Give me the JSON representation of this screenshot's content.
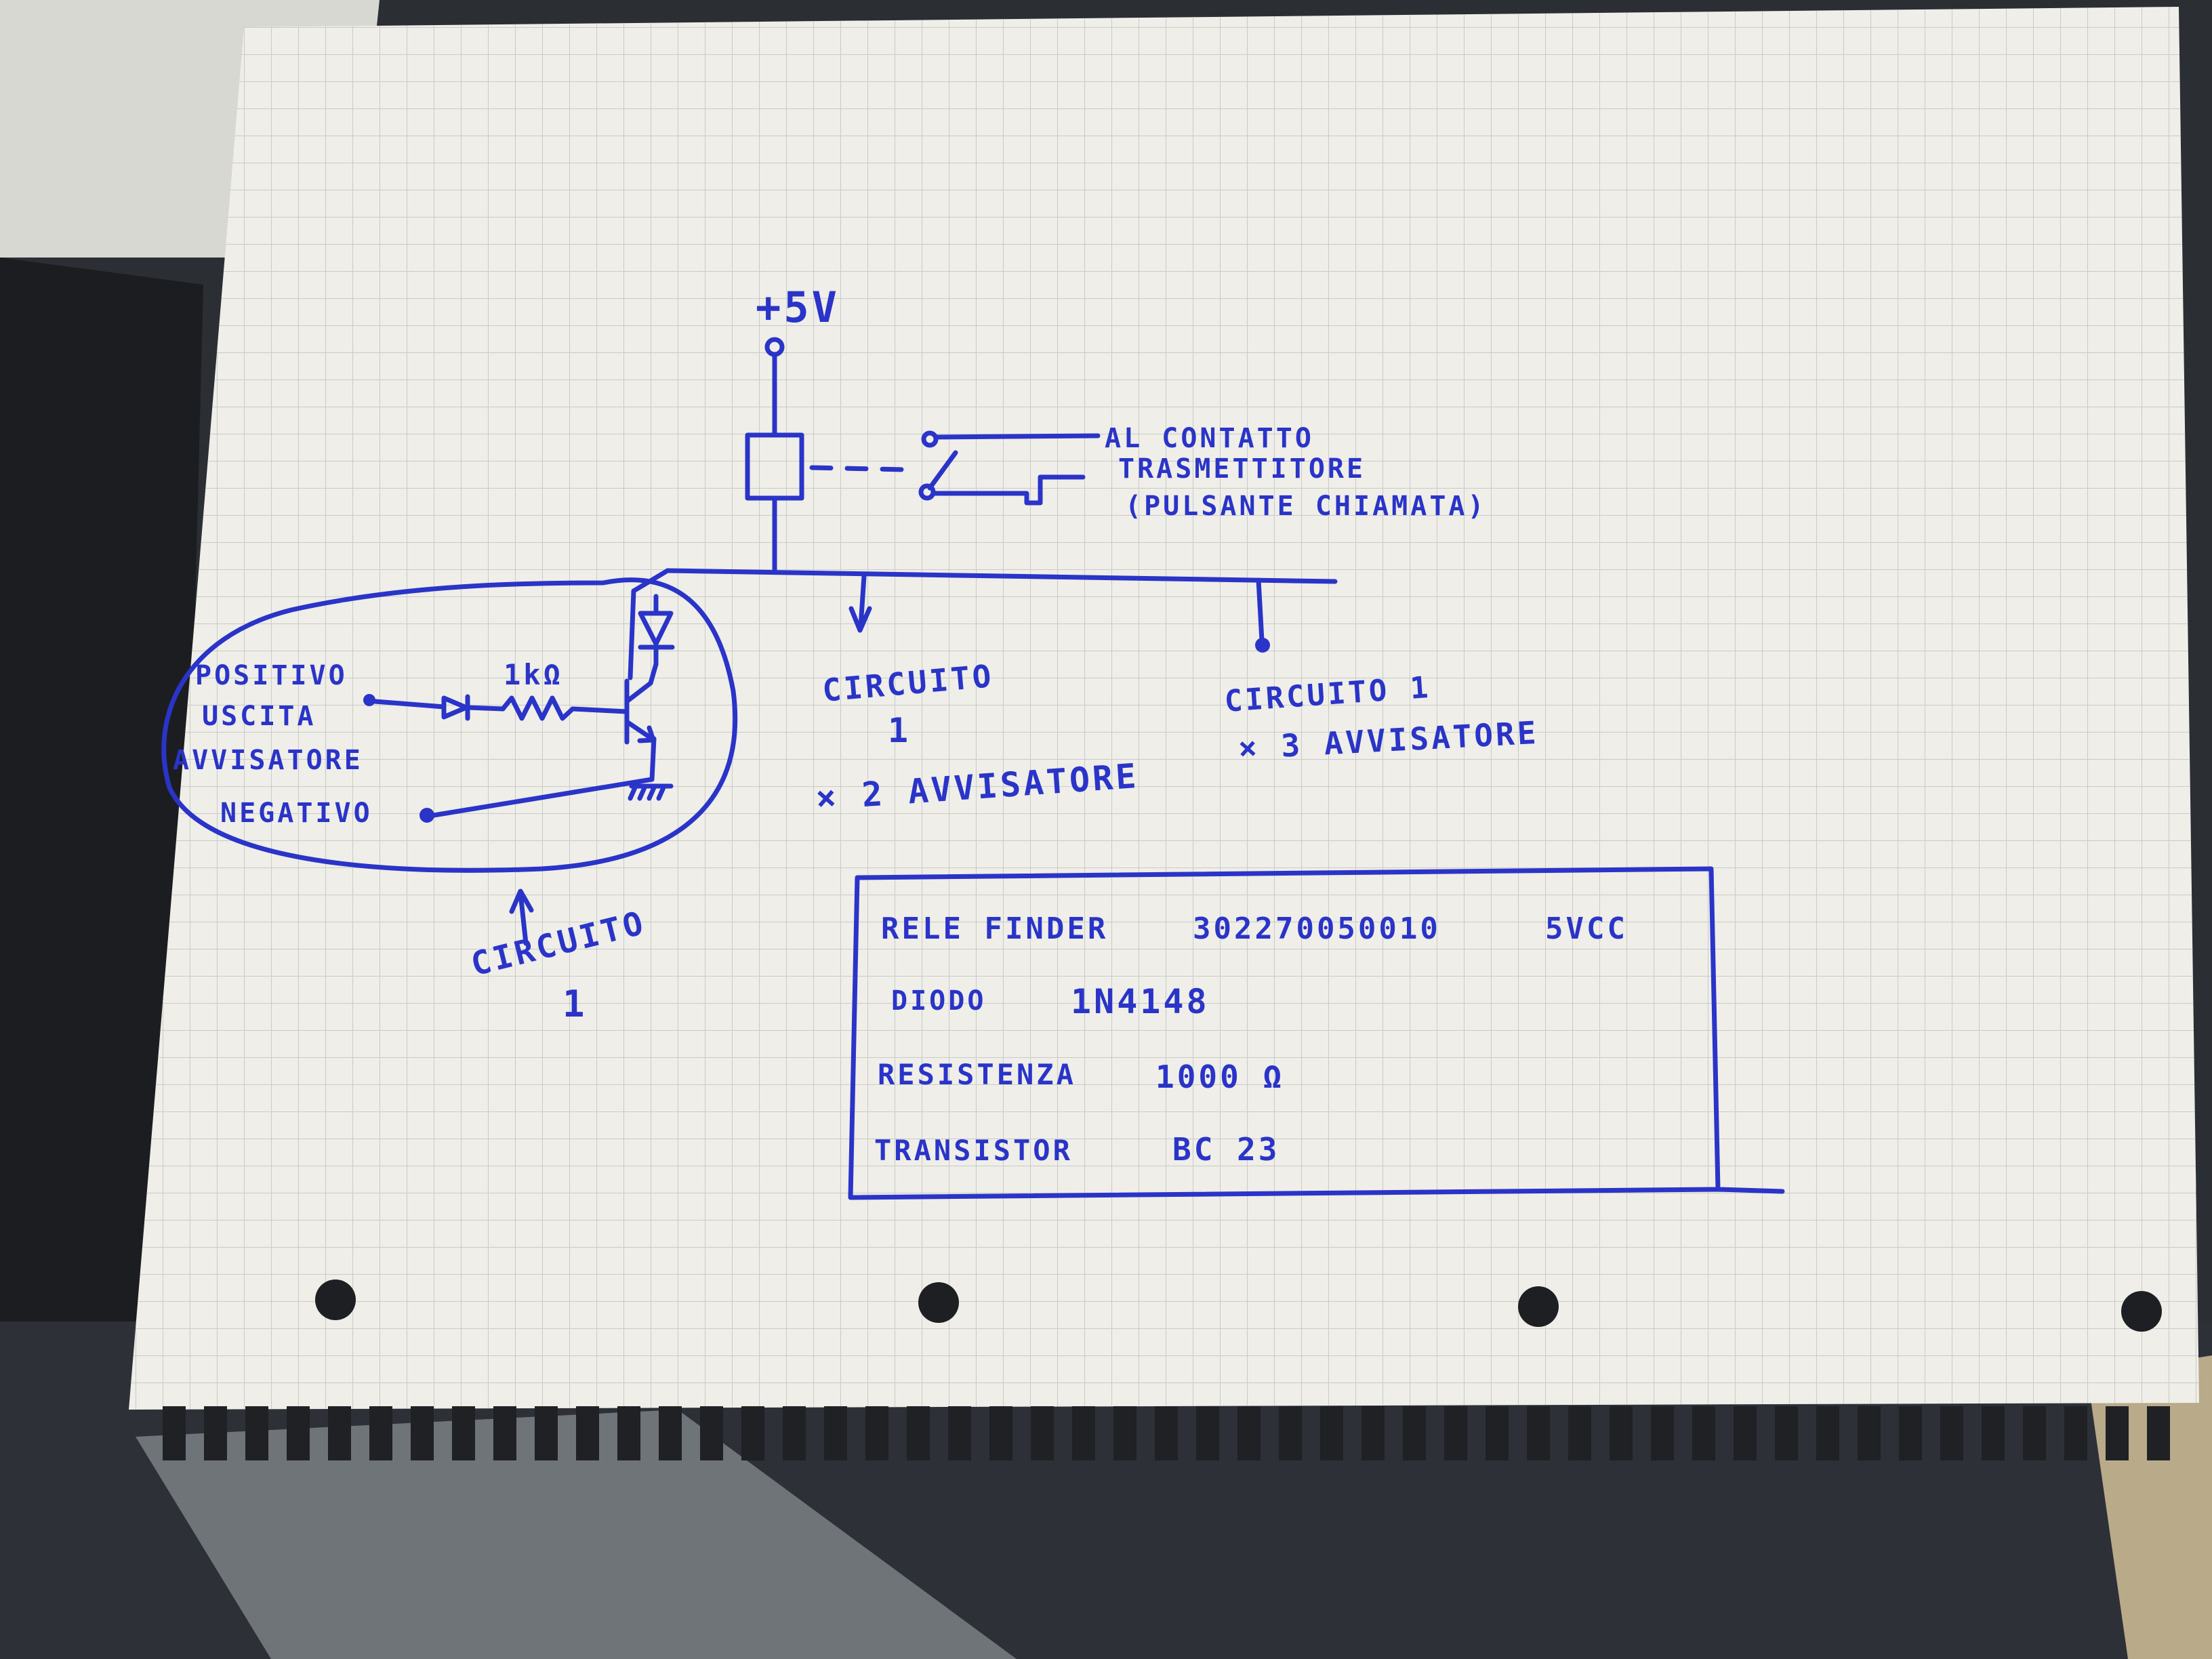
{
  "supply_label": "+5V",
  "relay_contact_label": {
    "line1": "AL CONTATTO",
    "line2": "TRASMETTITORE",
    "line3": "(PULSANTE CHIAMATA)"
  },
  "input_labels": {
    "positive": "POSITIVO",
    "output": "USCITA",
    "alarm": "AVVISATORE",
    "negative": "NEGATIVO"
  },
  "resistor_label": "1kΩ",
  "circuit_1_note": {
    "line1": "CIRCUITO",
    "line2": "1"
  },
  "branch_2": {
    "line1": "CIRCUITO",
    "line2": "1",
    "line3": "× 2 AVVISATORE"
  },
  "branch_3": {
    "line1": "CIRCUITO 1",
    "line2": "× 3 AVVISATORE"
  },
  "components_table": [
    {
      "name": "RELE FINDER",
      "value": "302270050010",
      "extra": "5VCC"
    },
    {
      "name": "DIODO",
      "value": "1N4148",
      "extra": ""
    },
    {
      "name": "RESISTENZA",
      "value": "1000 Ω",
      "extra": ""
    },
    {
      "name": "TRANSISTOR",
      "value": "BC 23",
      "extra": ""
    }
  ],
  "colors": {
    "ink": "#2a34c8",
    "paper": "#efeee8",
    "grid": "#c9cbc9",
    "background": "#2b2e33"
  }
}
